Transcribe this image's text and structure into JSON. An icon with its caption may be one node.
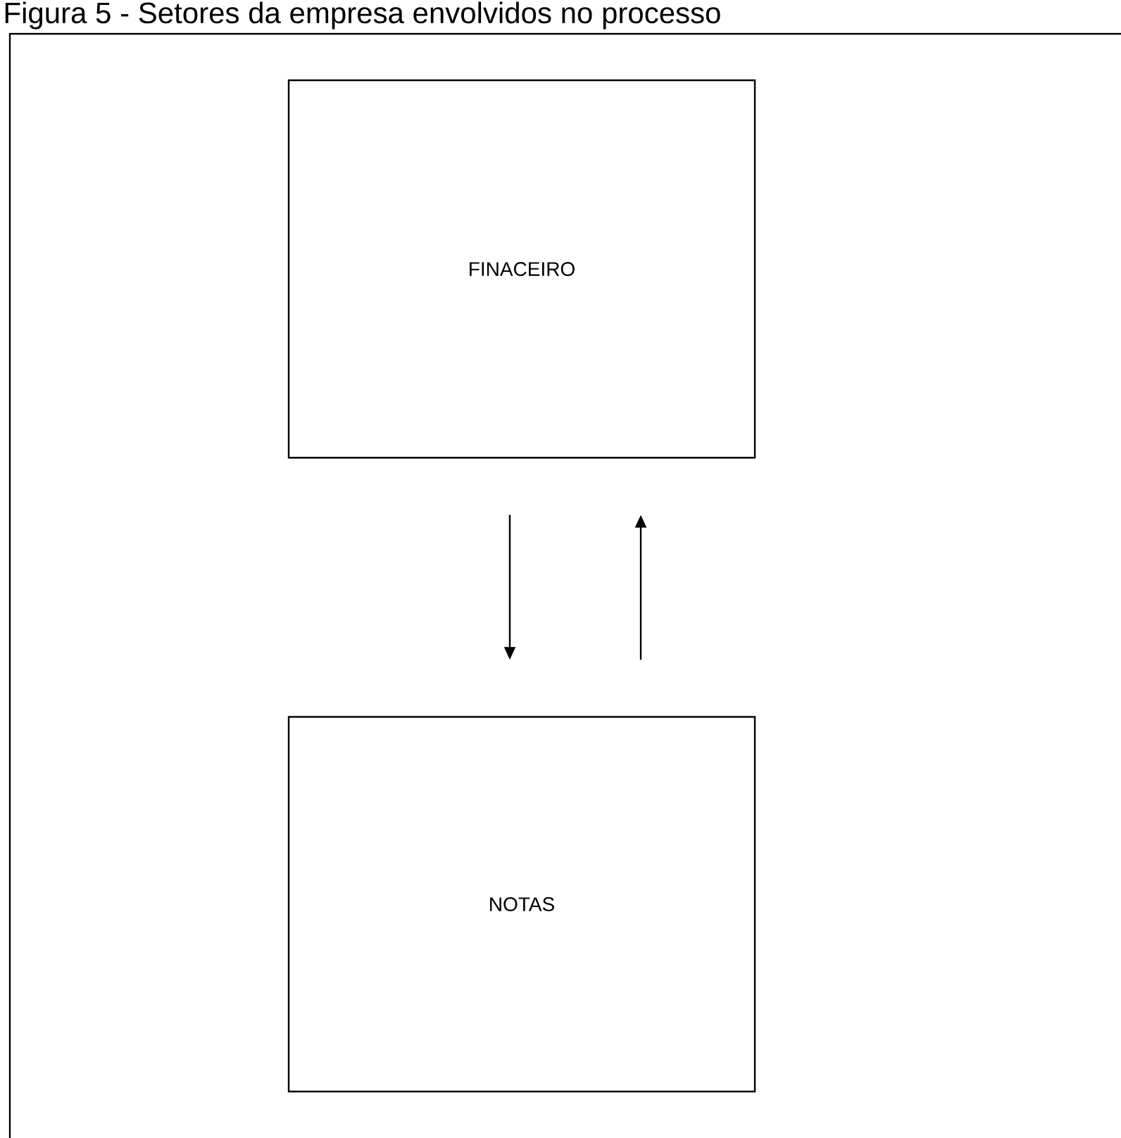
{
  "diagram": {
    "title": "Figura 5 - Setores da empresa envolvidos no processo",
    "nodes": [
      {
        "text": [
          "FINACEIRO"
        ]
      },
      {
        "text": [
          "NOTAS"
        ]
      }
    ],
    "edges": [
      {
        "from": 0,
        "to": 1,
        "arrow": "to"
      },
      {
        "from": 1,
        "to": 0,
        "arrow": "to"
      }
    ]
  }
}
